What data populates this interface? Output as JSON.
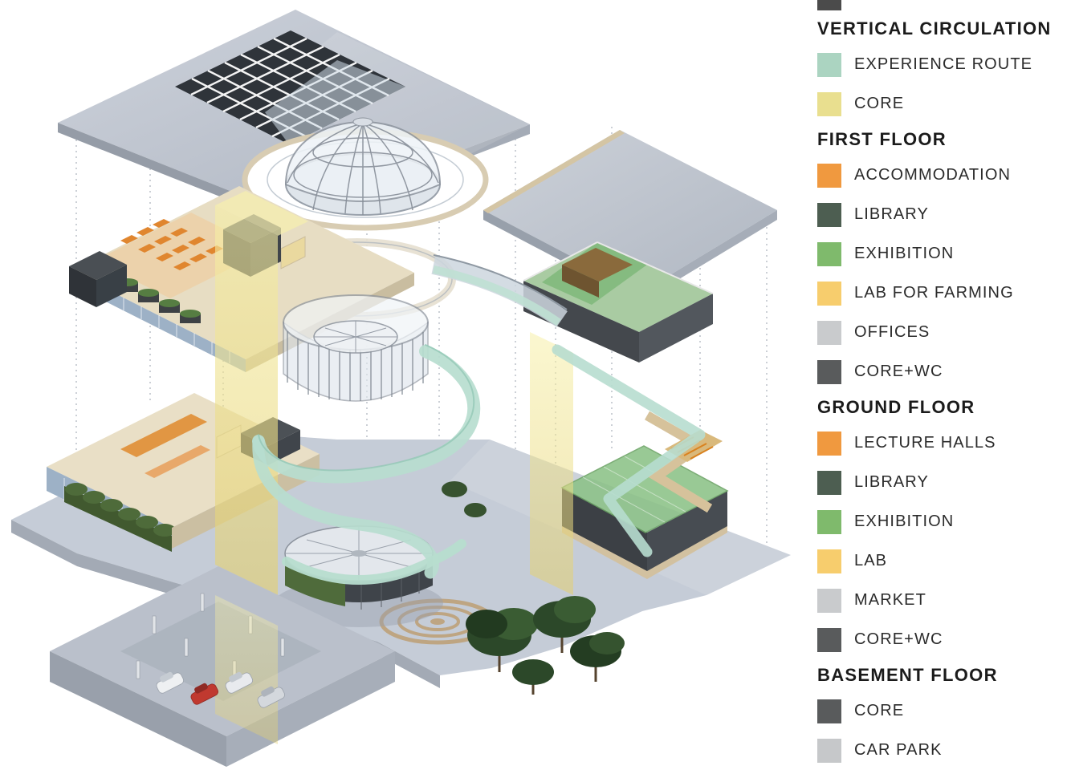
{
  "legend": {
    "cutoff_swatch_color": "#4b4b4b",
    "sections": [
      {
        "title": "VERTICAL CIRCULATION",
        "items": [
          {
            "label": "EXPERIENCE ROUTE",
            "color": "#abd4c1"
          },
          {
            "label": "CORE",
            "color": "#e9df8f"
          }
        ]
      },
      {
        "title": "FIRST FLOOR",
        "items": [
          {
            "label": "ACCOMMODATION",
            "color": "#f0993f"
          },
          {
            "label": "LIBRARY",
            "color": "#4d5e51"
          },
          {
            "label": "EXHIBITION",
            "color": "#7fba6c"
          },
          {
            "label": "LAB FOR FARMING",
            "color": "#f7cd6d"
          },
          {
            "label": "OFFICES",
            "color": "#c9cbcd"
          },
          {
            "label": "CORE+WC",
            "color": "#595b5c"
          }
        ]
      },
      {
        "title": "GROUND FLOOR",
        "items": [
          {
            "label": "LECTURE HALLS",
            "color": "#f0993f"
          },
          {
            "label": "LIBRARY",
            "color": "#4d5e51"
          },
          {
            "label": "EXHIBITION",
            "color": "#7fba6c"
          },
          {
            "label": "LAB",
            "color": "#f7cd6d"
          },
          {
            "label": "MARKET",
            "color": "#c9cbcd"
          },
          {
            "label": "CORE+WC",
            "color": "#595b5c"
          }
        ]
      },
      {
        "title": "BASEMENT FLOOR",
        "items": [
          {
            "label": "CORE",
            "color": "#595b5c"
          },
          {
            "label": "CAR PARK",
            "color": "#c6c8ca"
          }
        ]
      }
    ]
  },
  "illustration": {
    "description": "Exploded axonometric diagram of a multi-level building: roof slabs with gridded skylight and glass dome, first floor wings, ground floor plaza with circular pavilion and trees, and basement car park, linked by translucent yellow cores and a mint-green spiral experience route.",
    "colors": {
      "experience_route": "#b7ddcf",
      "core_shaft": "#efe391",
      "roof_slab": "#b9bfca",
      "plaza": "#c5ccd7"
    }
  }
}
